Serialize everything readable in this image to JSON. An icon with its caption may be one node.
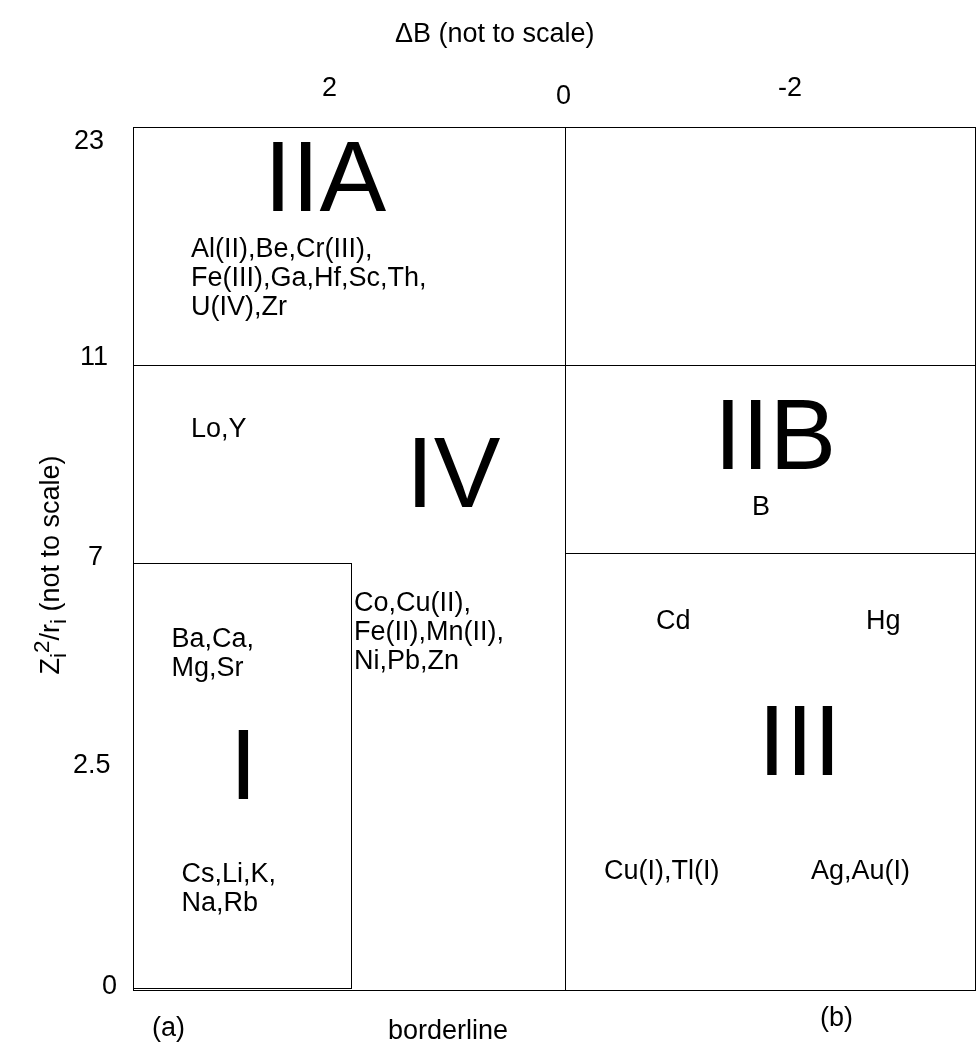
{
  "diagram": {
    "nodes": [
      {
        "text": [
          "IIA",
          "Al(II),Be,Cr(III), Fe(III),Ga,Hf,Sc,Th, U(IV),Zr"
        ]
      },
      {
        "text": [],
        "shape": "box"
      },
      {
        "text": [
          "IV",
          "Lo,Y",
          "Co,Cu(II), Fe(II),Mn(II), Ni,Pb,Zn"
        ]
      },
      {
        "text": [
          "IIB",
          "B"
        ]
      },
      {
        "text": [
          "Ba,Ca, Mg,Sr",
          "I",
          "Cs,Li,K, Na,Rb"
        ],
        "in": 2
      },
      {
        "text": [
          "III",
          "Cd",
          "Hg",
          "Cu(I),Tl(I)",
          "Ag,Au(I)"
        ]
      }
    ],
    "edges": [],
    "labels": [
      "ΔB (not to scale)",
      "2",
      "0",
      "-2",
      "23",
      "11",
      "Z$_{i}$$^{2}$/r$_{i}$ (not to scale)",
      "7",
      "2.5",
      "0",
      "(a)",
      "borderline",
      "(b)"
    ]
  }
}
